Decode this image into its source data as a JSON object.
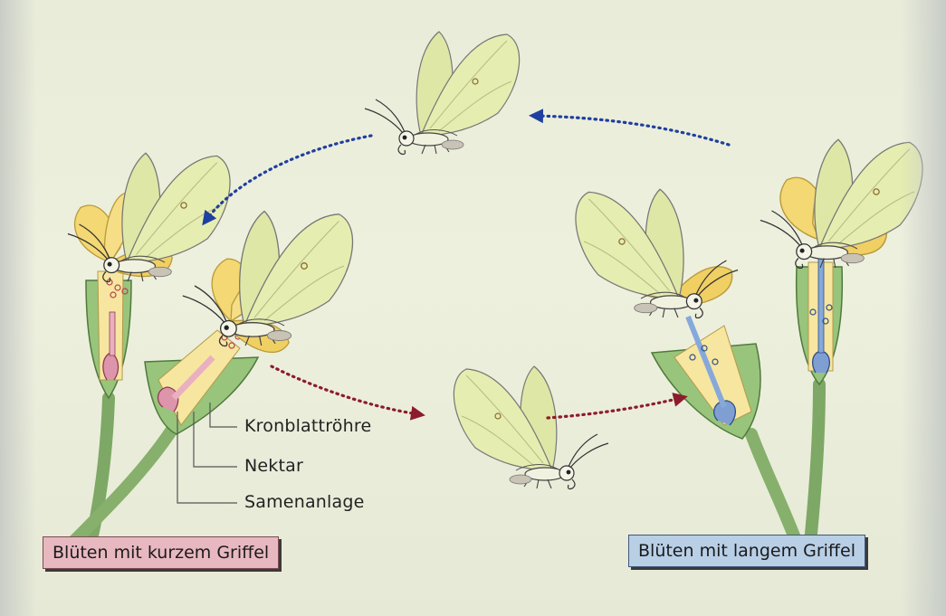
{
  "labels": {
    "corolla_tube": "Kronblattröhre",
    "nectar": "Nektar",
    "ovule": "Samenanlage"
  },
  "boxes": {
    "short_style": "Blüten mit kurzem Griffel",
    "long_style": "Blüten mit langem Griffel"
  },
  "colors": {
    "short_style_box": "#e8b8c0",
    "long_style_box": "#b8cfe6",
    "blue_arrow": "#1f3fa0",
    "red_arrow": "#8c1c2c",
    "butterfly_wing": "#e4ecae",
    "petal": "#f2d469",
    "sepal": "#8fbf75",
    "short_pistil": "#e3a1b4",
    "long_pistil": "#7ea2d6"
  },
  "icons": [
    "butterfly-icon",
    "flower-icon",
    "dotted-arrow-icon"
  ]
}
